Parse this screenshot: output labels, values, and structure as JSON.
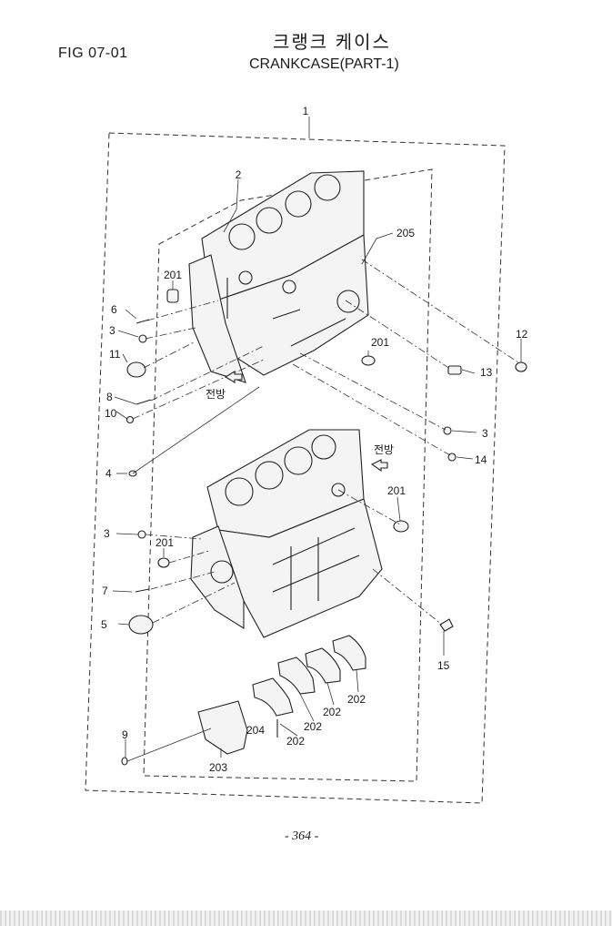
{
  "header": {
    "fig_number": "FIG 07-01",
    "title_korean": "크랭크 케이스",
    "title_english": "CRANKCASE(PART-1)"
  },
  "direction_marker": "전방",
  "part_labels": [
    "1",
    "2",
    "205",
    "201",
    "6",
    "3",
    "11",
    "8",
    "10",
    "12",
    "13",
    "201",
    "3",
    "14",
    "4",
    "201",
    "3",
    "201",
    "7",
    "5",
    "15",
    "202",
    "202",
    "202",
    "204",
    "202",
    "9",
    "203"
  ],
  "page_number": "- 364 -"
}
